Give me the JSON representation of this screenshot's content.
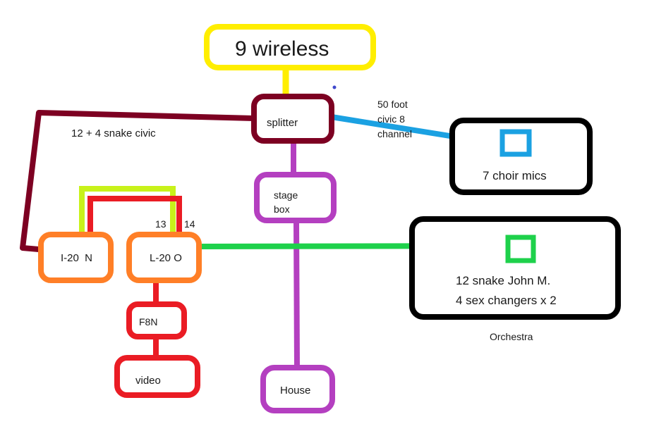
{
  "labels": {
    "wireless": "9 wireless",
    "splitter": "splitter",
    "snake_civic": "12 + 4 snake civic",
    "fifty_foot_1": "50 foot",
    "fifty_foot_2": "civic 8",
    "fifty_foot_3": "channel",
    "choir_mics": "7 choir mics",
    "stage_box_1": "stage",
    "stage_box_2": "box",
    "ch13": "13",
    "ch14": "14",
    "l20n": "I-20  N",
    "l20o": "L-20 O",
    "john_m_1": "12 snake John M.",
    "john_m_2": "4 sex changers x 2",
    "orchestra": "Orchestra",
    "f8n": "F8N",
    "video": "video",
    "house": "House"
  },
  "colors": {
    "wireless": "#ffee00",
    "splitter": "#7d0022",
    "civic_cable": "#1ba1e2",
    "choir_box": "#000000",
    "stage_box": "#b43fc0",
    "lime_cable": "#c8f21a",
    "red": "#ea1c24",
    "orange": "#ff7f27",
    "green": "#1ed14b",
    "dot": "#3f48cc"
  }
}
